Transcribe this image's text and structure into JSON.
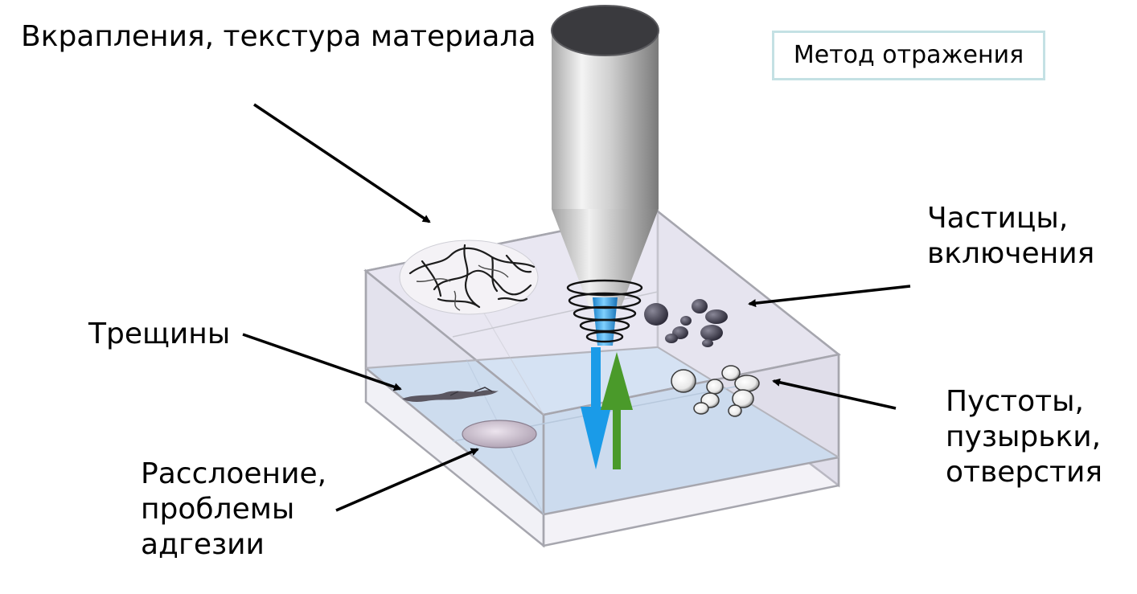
{
  "method_label": "Метод отражения",
  "labels": {
    "inclusions_texture": "Вкрапления, текстура материала",
    "particles": [
      "Частицы,",
      "включения"
    ],
    "cracks": "Трещины",
    "voids": [
      "Пустоты,",
      "пузырьки,",
      "отверстия"
    ],
    "delamination": [
      "Расслоение,",
      "проблемы",
      "адгезии"
    ]
  },
  "icons": {
    "transducer": "ultrasonic-transducer-icon",
    "emitted_wave": "down-arrow-icon",
    "reflected_wave": "up-arrow-icon"
  },
  "colors": {
    "emitted_wave": "#1a9be8",
    "reflected_wave": "#4a9a2a",
    "liquid": "#c4dcf2",
    "block": "#e4e2ee",
    "frame": "#9a9aa2",
    "method_border": "#c4e1e4"
  }
}
